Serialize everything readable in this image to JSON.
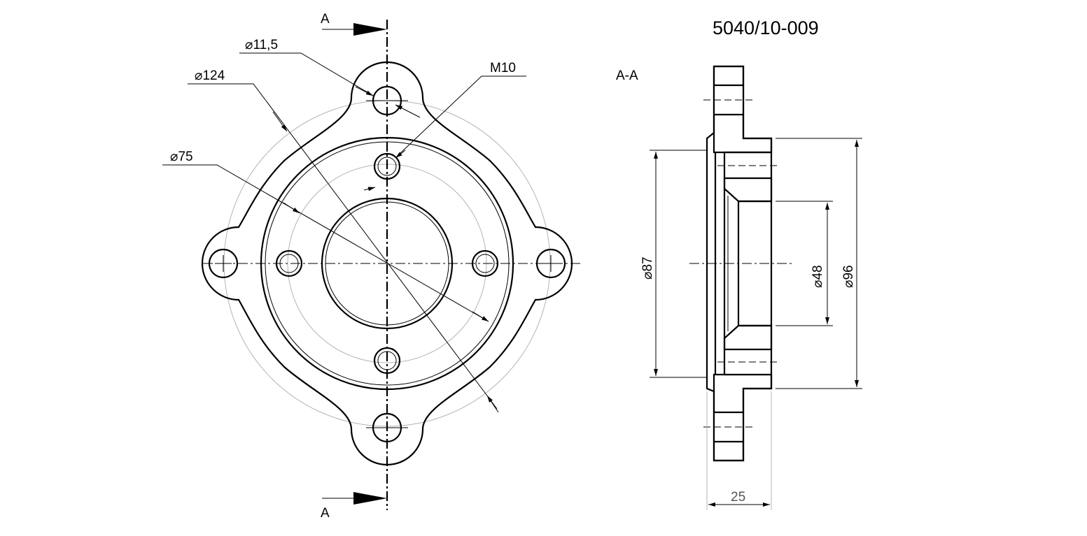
{
  "drawing": {
    "part_number": "5040/10-009",
    "section_view_label": "A-A",
    "section_marker_top": "A",
    "section_marker_bottom": "A"
  },
  "front_view": {
    "dim_bolt_hole": "⌀11,5",
    "dim_outer_bolt_circle": "⌀124",
    "dim_thread": "M10",
    "dim_inner_bolt_circle": "⌀75"
  },
  "section_view": {
    "dim_left_diameter": "⌀87",
    "dim_bore": "⌀48",
    "dim_right_diameter": "⌀96",
    "dim_width": "25"
  },
  "colors": {
    "line": "#000000",
    "construction": "#b4b4b4",
    "background": "#ffffff"
  }
}
